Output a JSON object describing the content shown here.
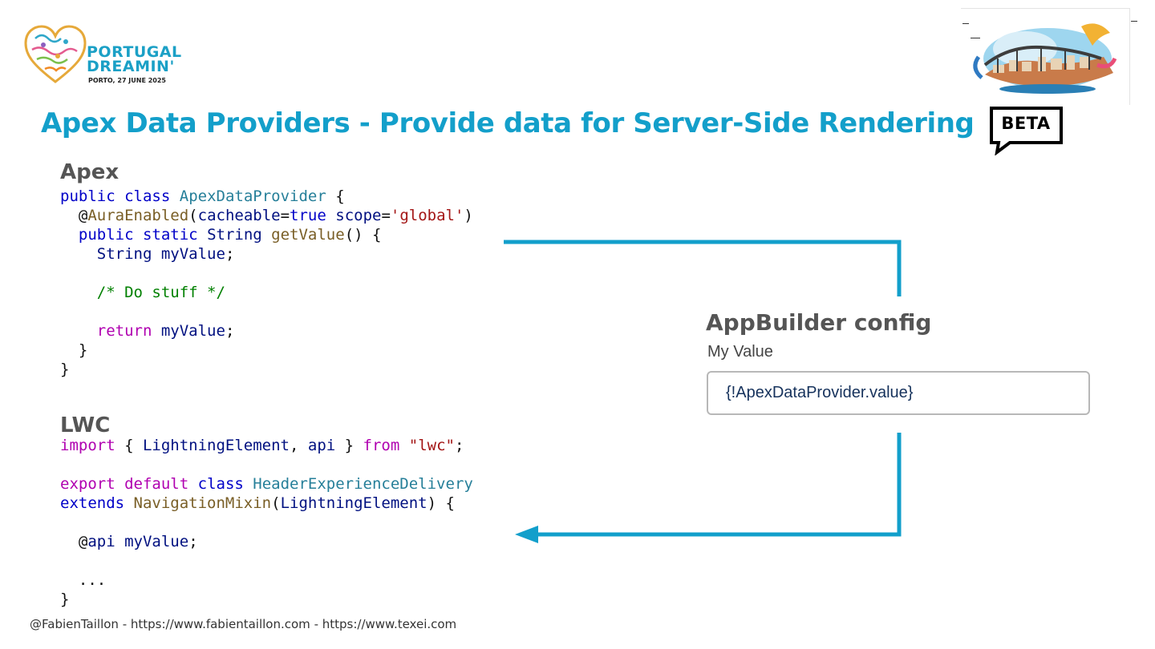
{
  "logo": {
    "name_line1": "PORTUGAL",
    "name_line2": "DREAMIN'",
    "date": "PORTO, 27 JUNE 2025"
  },
  "slide": {
    "title": "Apex Data Providers - Provide data for Server-Side Rendering",
    "badge": "BETA"
  },
  "apex": {
    "heading": "Apex"
  },
  "lwc": {
    "heading": "LWC"
  },
  "appbuilder": {
    "heading": "AppBuilder config",
    "field_label": "My Value",
    "field_value": "{!ApexDataProvider.value}"
  },
  "footer": {
    "text": "@FabienTaillon - https://www.fabientaillon.com - https://www.texei.com"
  },
  "colors": {
    "accent": "#139fca",
    "connector": "#129fcb"
  }
}
